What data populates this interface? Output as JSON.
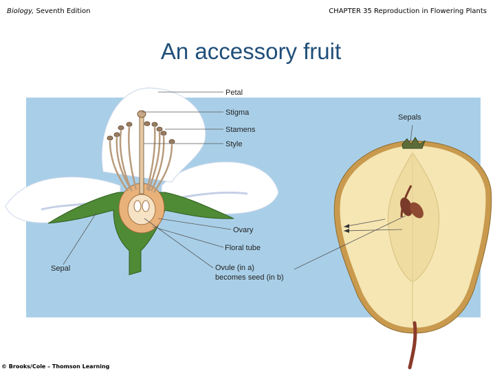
{
  "header": {
    "book_title": "Biology,",
    "book_edition": "Seventh Edition",
    "chapter": "CHAPTER 35 Reproduction in Flowering Plants"
  },
  "slide_title": "An accessory fruit",
  "labels": {
    "petal": "Petal",
    "stigma": "Stigma",
    "stamens": "Stamens",
    "style": "Style",
    "sepals": "Sepals",
    "ovary": "Ovary",
    "floral_tube": "Floral tube",
    "ovule_line1": "Ovule (in a)",
    "ovule_line2": "becomes seed (in b)",
    "sepal": "Sepal"
  },
  "credit": "© Brooks/Cole – Thomson Learning",
  "colors": {
    "title": "#1f4e79",
    "panel": "#a9cfe8",
    "petal": "#ffffff",
    "sepal_green": "#4f8a35",
    "pear_flesh": "#f5e6b3",
    "seed": "#7a3a2a"
  }
}
